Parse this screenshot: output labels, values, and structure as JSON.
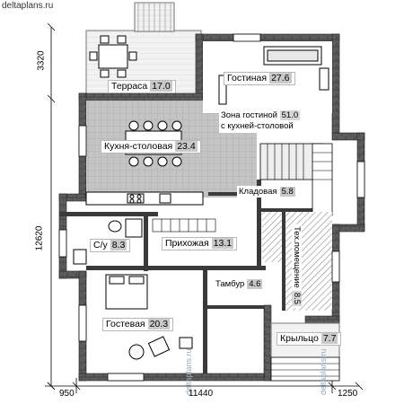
{
  "site": "deltaplans.ru",
  "watermark": "deltaplans.ru",
  "rooms": {
    "terrace": {
      "name": "Терраса",
      "area": "17.0"
    },
    "living": {
      "name": "Гостиная",
      "area": "27.6"
    },
    "living_zone": {
      "line1": "Зона гостиной",
      "line2": "с кухней-столовой",
      "area": "51.0"
    },
    "kitchen": {
      "name": "Кухня-столовая",
      "area": "23.4"
    },
    "pantry": {
      "name": "Кладовая",
      "area": "5.8"
    },
    "bathroom": {
      "name": "С/у",
      "area": "8.3"
    },
    "hall": {
      "name": "Прихожая",
      "area": "13.1"
    },
    "tech": {
      "name": "Тех.помещение",
      "area": "8.5"
    },
    "vestibule": {
      "name": "Тамбур",
      "area": "4.6"
    },
    "guest": {
      "name": "Гостевая",
      "area": "20.3"
    },
    "porch": {
      "name": "Крыльцо",
      "area": "7.7"
    }
  },
  "dimensions": {
    "left_top": "3320",
    "left_bottom": "12620",
    "bottom_left": "950",
    "bottom_mid": "11440",
    "bottom_right": "1250"
  },
  "colors": {
    "wall": "#3a3a3a",
    "tile": "#c4c4c4",
    "hatch": "#8c8c8c",
    "stair": "#e6e6e6"
  }
}
